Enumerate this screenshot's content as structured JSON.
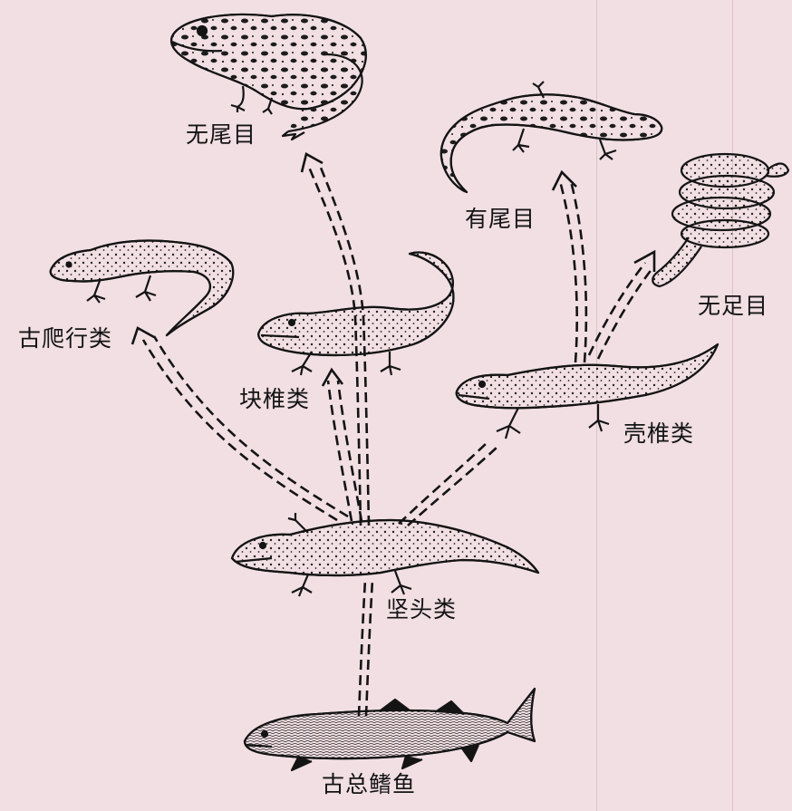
{
  "diagram": {
    "nodes": {
      "anura": {
        "label": "无尾目",
        "icon": "frog-illustration"
      },
      "urodela": {
        "label": "有尾目",
        "icon": "salamander-illustration"
      },
      "apoda": {
        "label": "无足目",
        "icon": "caecilian-illustration"
      },
      "protorosauria": {
        "label": "古爬行类",
        "icon": "early-reptile-illustration"
      },
      "temnospondyli": {
        "label": "块椎类",
        "icon": "temnospondyl-illustration"
      },
      "lepospondyli": {
        "label": "壳椎类",
        "icon": "lepospondyl-illustration"
      },
      "stegocephalia": {
        "label": "坚头类",
        "icon": "stegocephalian-illustration"
      },
      "crossopterygii": {
        "label": "古总鳍鱼",
        "icon": "lobe-finned-fish-illustration"
      }
    },
    "arrow_style": "dashed-double",
    "colors": {
      "background": "#f1dfe3",
      "ink": "#141414"
    }
  }
}
